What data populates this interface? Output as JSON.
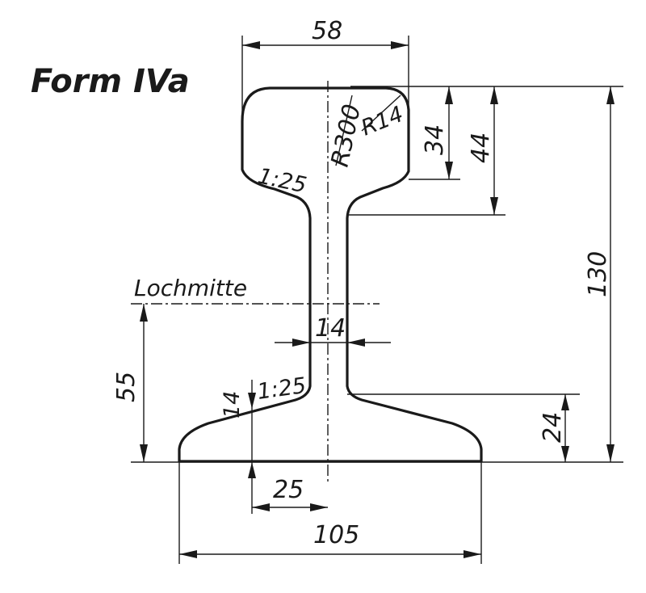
{
  "title": "Form IVa",
  "labels": {
    "note_hole_center": "Lochmitte",
    "dim_head_width": "58",
    "dim_head_height": "34",
    "dim_head_total": "44",
    "dim_total_height": "130",
    "dim_web_thickness": "14",
    "dim_hole_height": "55",
    "dim_foot_height": "24",
    "dim_foot_edge": "14",
    "dim_foot_half": "25",
    "dim_foot_width": "105",
    "radius_crown": "R300",
    "radius_corner": "R14",
    "slope_head": "1:25",
    "slope_foot": "1:25"
  }
}
